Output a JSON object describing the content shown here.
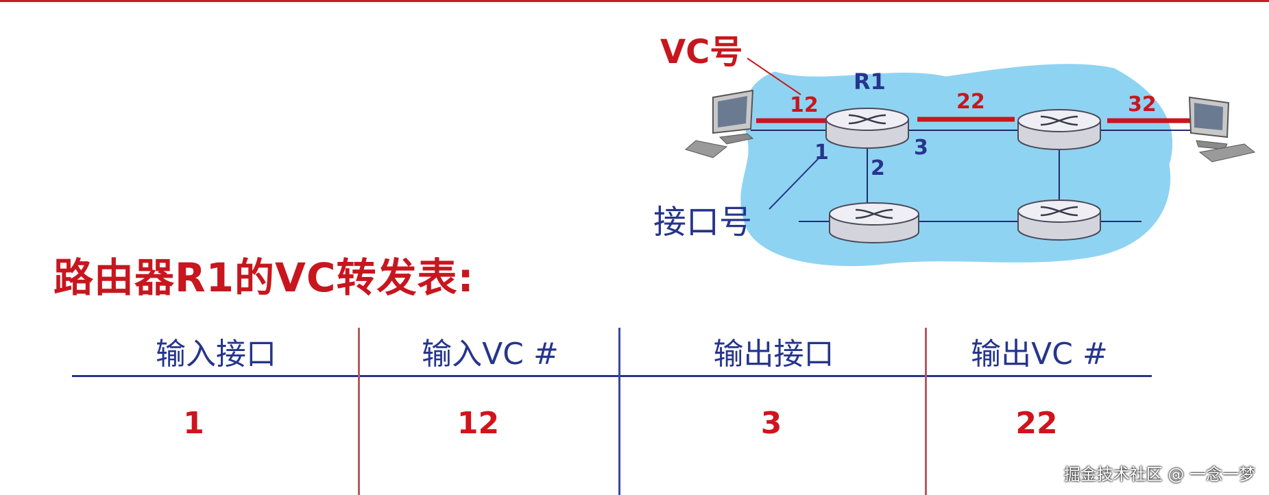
{
  "diagram": {
    "vc_label": "VC号",
    "router_label": "R1",
    "interface_label": "接口号",
    "vc_numbers": [
      "12",
      "22",
      "32"
    ],
    "interface_numbers": [
      "1",
      "2",
      "3"
    ]
  },
  "table": {
    "title": "路由器R1的VC转发表:",
    "headers": [
      "输入接口",
      "输入VC #",
      "输出接口",
      "输出VC #"
    ],
    "rows": [
      [
        "1",
        "12",
        "3",
        "22"
      ]
    ]
  },
  "watermark": "掘金技术社区 @ 一念一梦",
  "colors": {
    "accent_red": "#c8161e",
    "text_blue": "#26358c",
    "cloud": "#8fd3f2"
  }
}
